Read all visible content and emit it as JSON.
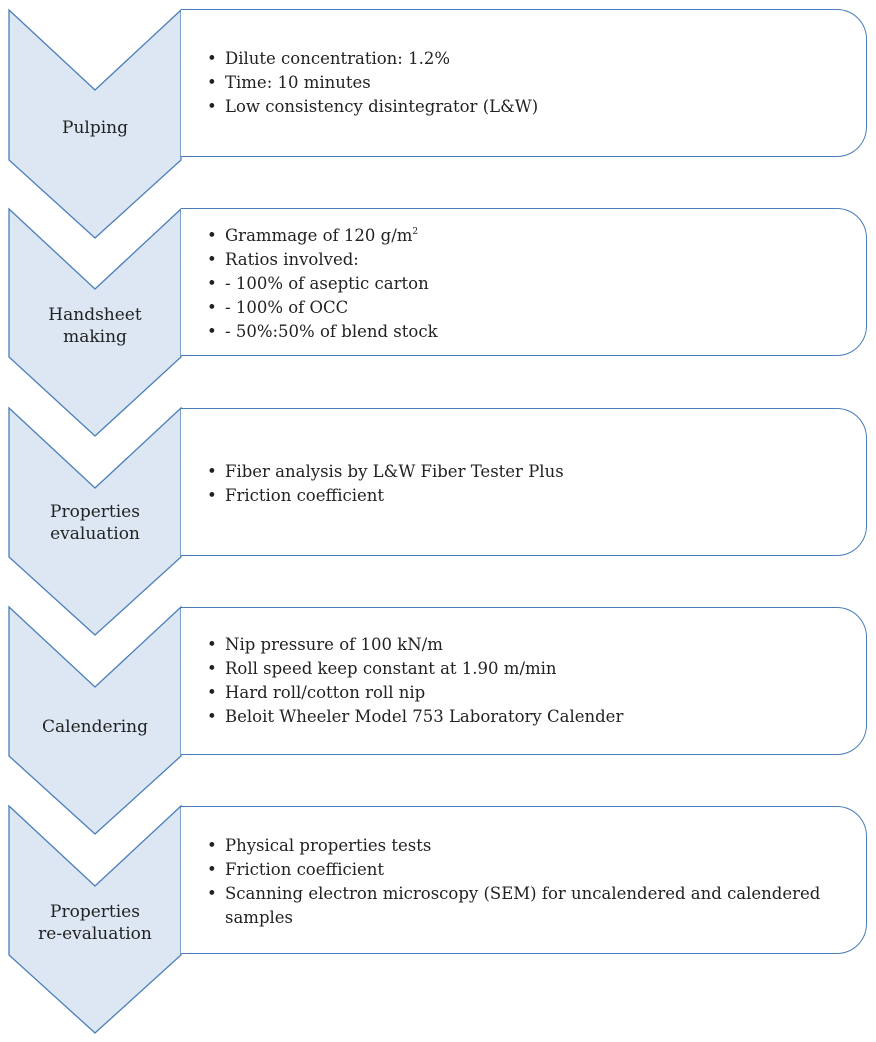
{
  "diagram": {
    "colors": {
      "chevron_fill": "#dce7f3",
      "outline": "#4a7ebb",
      "text": "#222222"
    },
    "steps": [
      {
        "label_lines": [
          "Pulping"
        ],
        "bullets": [
          "Dilute concentration: 1.2%",
          "Time: 10 minutes",
          "Low consistency disintegrator (L&W)"
        ]
      },
      {
        "label_lines": [
          "Handsheet",
          "making"
        ],
        "grammage_text": "Grammage of 120 g/m",
        "grammage_superscript": "2",
        "bullets": [
          "Ratios involved:",
          "- 100% of aseptic carton",
          "- 100% of OCC",
          "- 50%:50% of blend stock"
        ]
      },
      {
        "label_lines": [
          "Properties",
          "evaluation"
        ],
        "bullets": [
          "Fiber analysis by L&W Fiber Tester Plus",
          "Friction coefficient"
        ]
      },
      {
        "label_lines": [
          "Calendering"
        ],
        "bullets": [
          "Nip pressure of 100 kN/m",
          "Roll speed keep constant at 1.90 m/min",
          "Hard roll/cotton roll nip",
          "Beloit Wheeler Model 753 Laboratory Calender"
        ]
      },
      {
        "label_lines": [
          "Properties",
          "re-evaluation"
        ],
        "bullets": [
          "Physical properties tests",
          "Friction coefficient",
          "Scanning electron microscopy (SEM) for uncalendered and calendered samples"
        ]
      }
    ]
  }
}
